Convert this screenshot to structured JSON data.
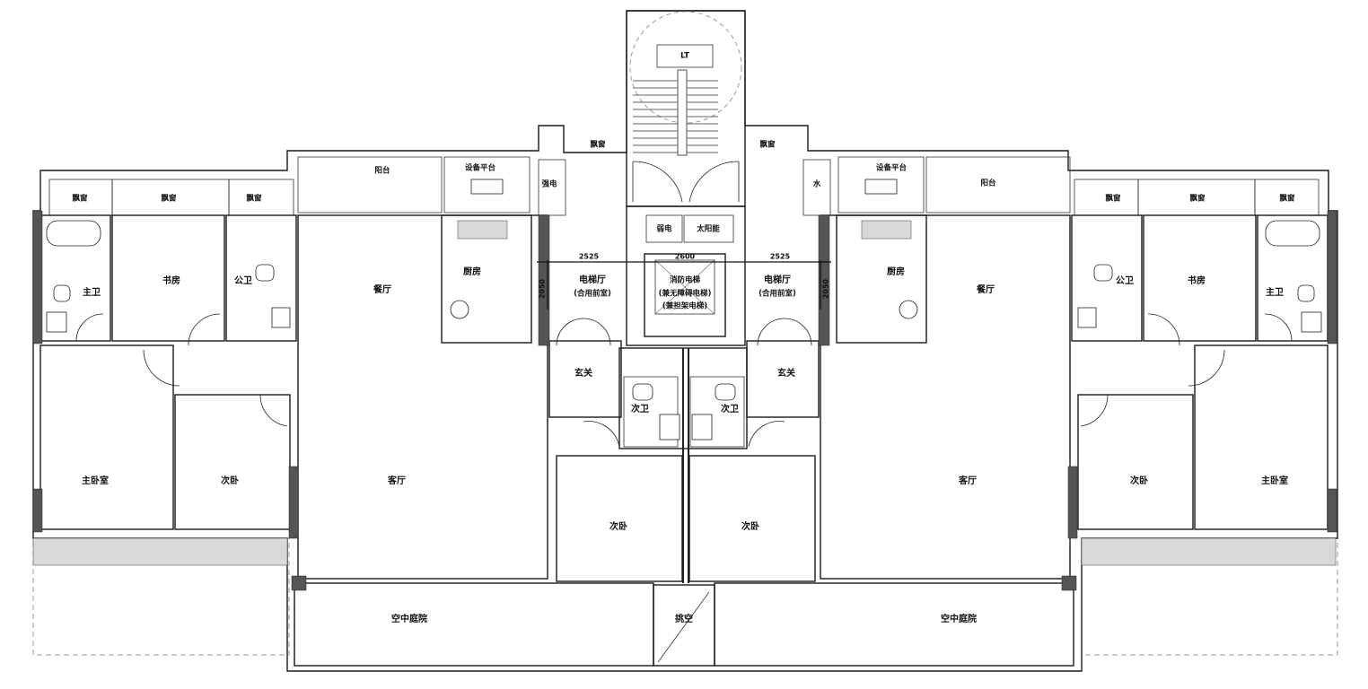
{
  "rooms": {
    "lt": "LT",
    "bay_window": "飘窗",
    "balcony": "阳台",
    "equipment_platform": "设备平台",
    "strong_current": "强电",
    "water": "水",
    "weak_current": "弱电",
    "solar_energy": "太阳能",
    "kitchen": "厨房",
    "dining_room": "餐厅",
    "study": "书房",
    "shared_bath": "公卫",
    "master_bath": "主卫",
    "elevator_hall": "电梯厅",
    "elevator_hall_note": "(合用前室)",
    "fire_elevator": "消防电梯",
    "fire_elevator_note_1": "(兼无障碍电梯)",
    "fire_elevator_note_2": "(兼担架电梯)",
    "entrance": "玄关",
    "secondary_bath": "次卫",
    "master_bedroom": "主卧室",
    "secondary_bedroom": "次卧",
    "living_room": "客厅",
    "sky_garden": "空中庭院",
    "open_void": "挑空"
  },
  "dimensions": {
    "hall_width": "2525",
    "core_width": "2600",
    "hall_depth": "2050"
  }
}
